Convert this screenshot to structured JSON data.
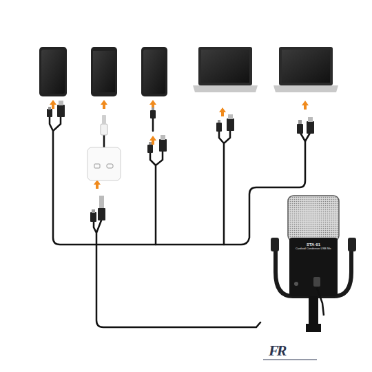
{
  "diagram": {
    "nodes": [
      {
        "text": [
          "STA-01",
          "Cardioid Condenser USB Mic"
        ]
      }
    ],
    "labels": [
      "FR"
    ]
  }
}
